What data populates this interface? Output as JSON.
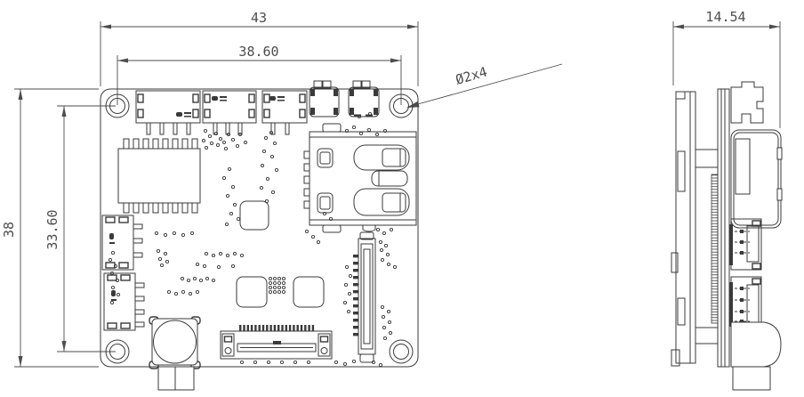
{
  "drawing": {
    "front_view": {
      "dim_overall_width": "43",
      "dim_hole_pitch_x": "38.60",
      "dim_overall_height": "38",
      "dim_hole_pitch_y": "33.60",
      "hole_callout": "Ø2x4"
    },
    "side_view": {
      "dim_depth": "14.54"
    },
    "colors": {
      "line": "#3a3a3a",
      "dimension": "#4d4d4d",
      "background": "#ffffff"
    }
  }
}
